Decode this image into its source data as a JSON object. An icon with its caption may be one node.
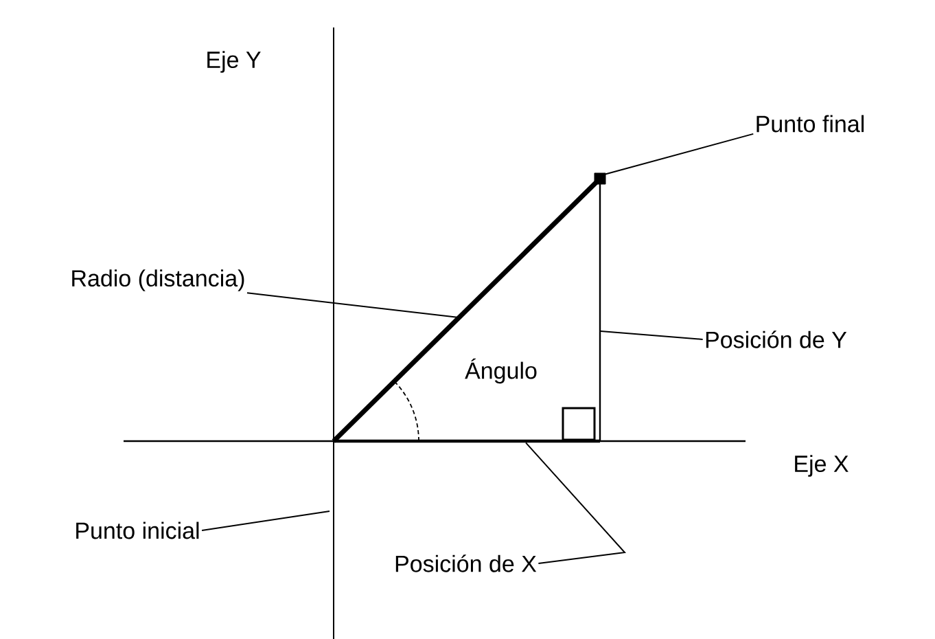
{
  "diagram": {
    "nodes": [
      {
        "text": [
          "Punto final"
        ]
      },
      {
        "text": [
          "Radio (distancia)"
        ]
      },
      {
        "text": [
          "Posición de Y"
        ]
      },
      {
        "text": [
          "Punto inicial"
        ]
      },
      {
        "text": [
          "Posición de X"
        ]
      },
      {
        "text": [],
        "shape": "box"
      },
      {
        "text": [],
        "shape": "line"
      },
      {
        "text": [],
        "shape": "line"
      },
      {
        "text": [],
        "shape": "line"
      }
    ],
    "edges": [
      {
        "from": 0,
        "to": 5,
        "arrow": "none"
      },
      {
        "from": 1,
        "to": 6,
        "arrow": "none"
      },
      {
        "from": 2,
        "to": 7,
        "arrow": "none"
      },
      {
        "from": 3,
        "to": null,
        "arrow": "none"
      },
      {
        "from": 4,
        "to": 8,
        "arrow": "none"
      }
    ],
    "labels": [
      "Eje Y",
      "Ángulo",
      "Eje X"
    ]
  }
}
